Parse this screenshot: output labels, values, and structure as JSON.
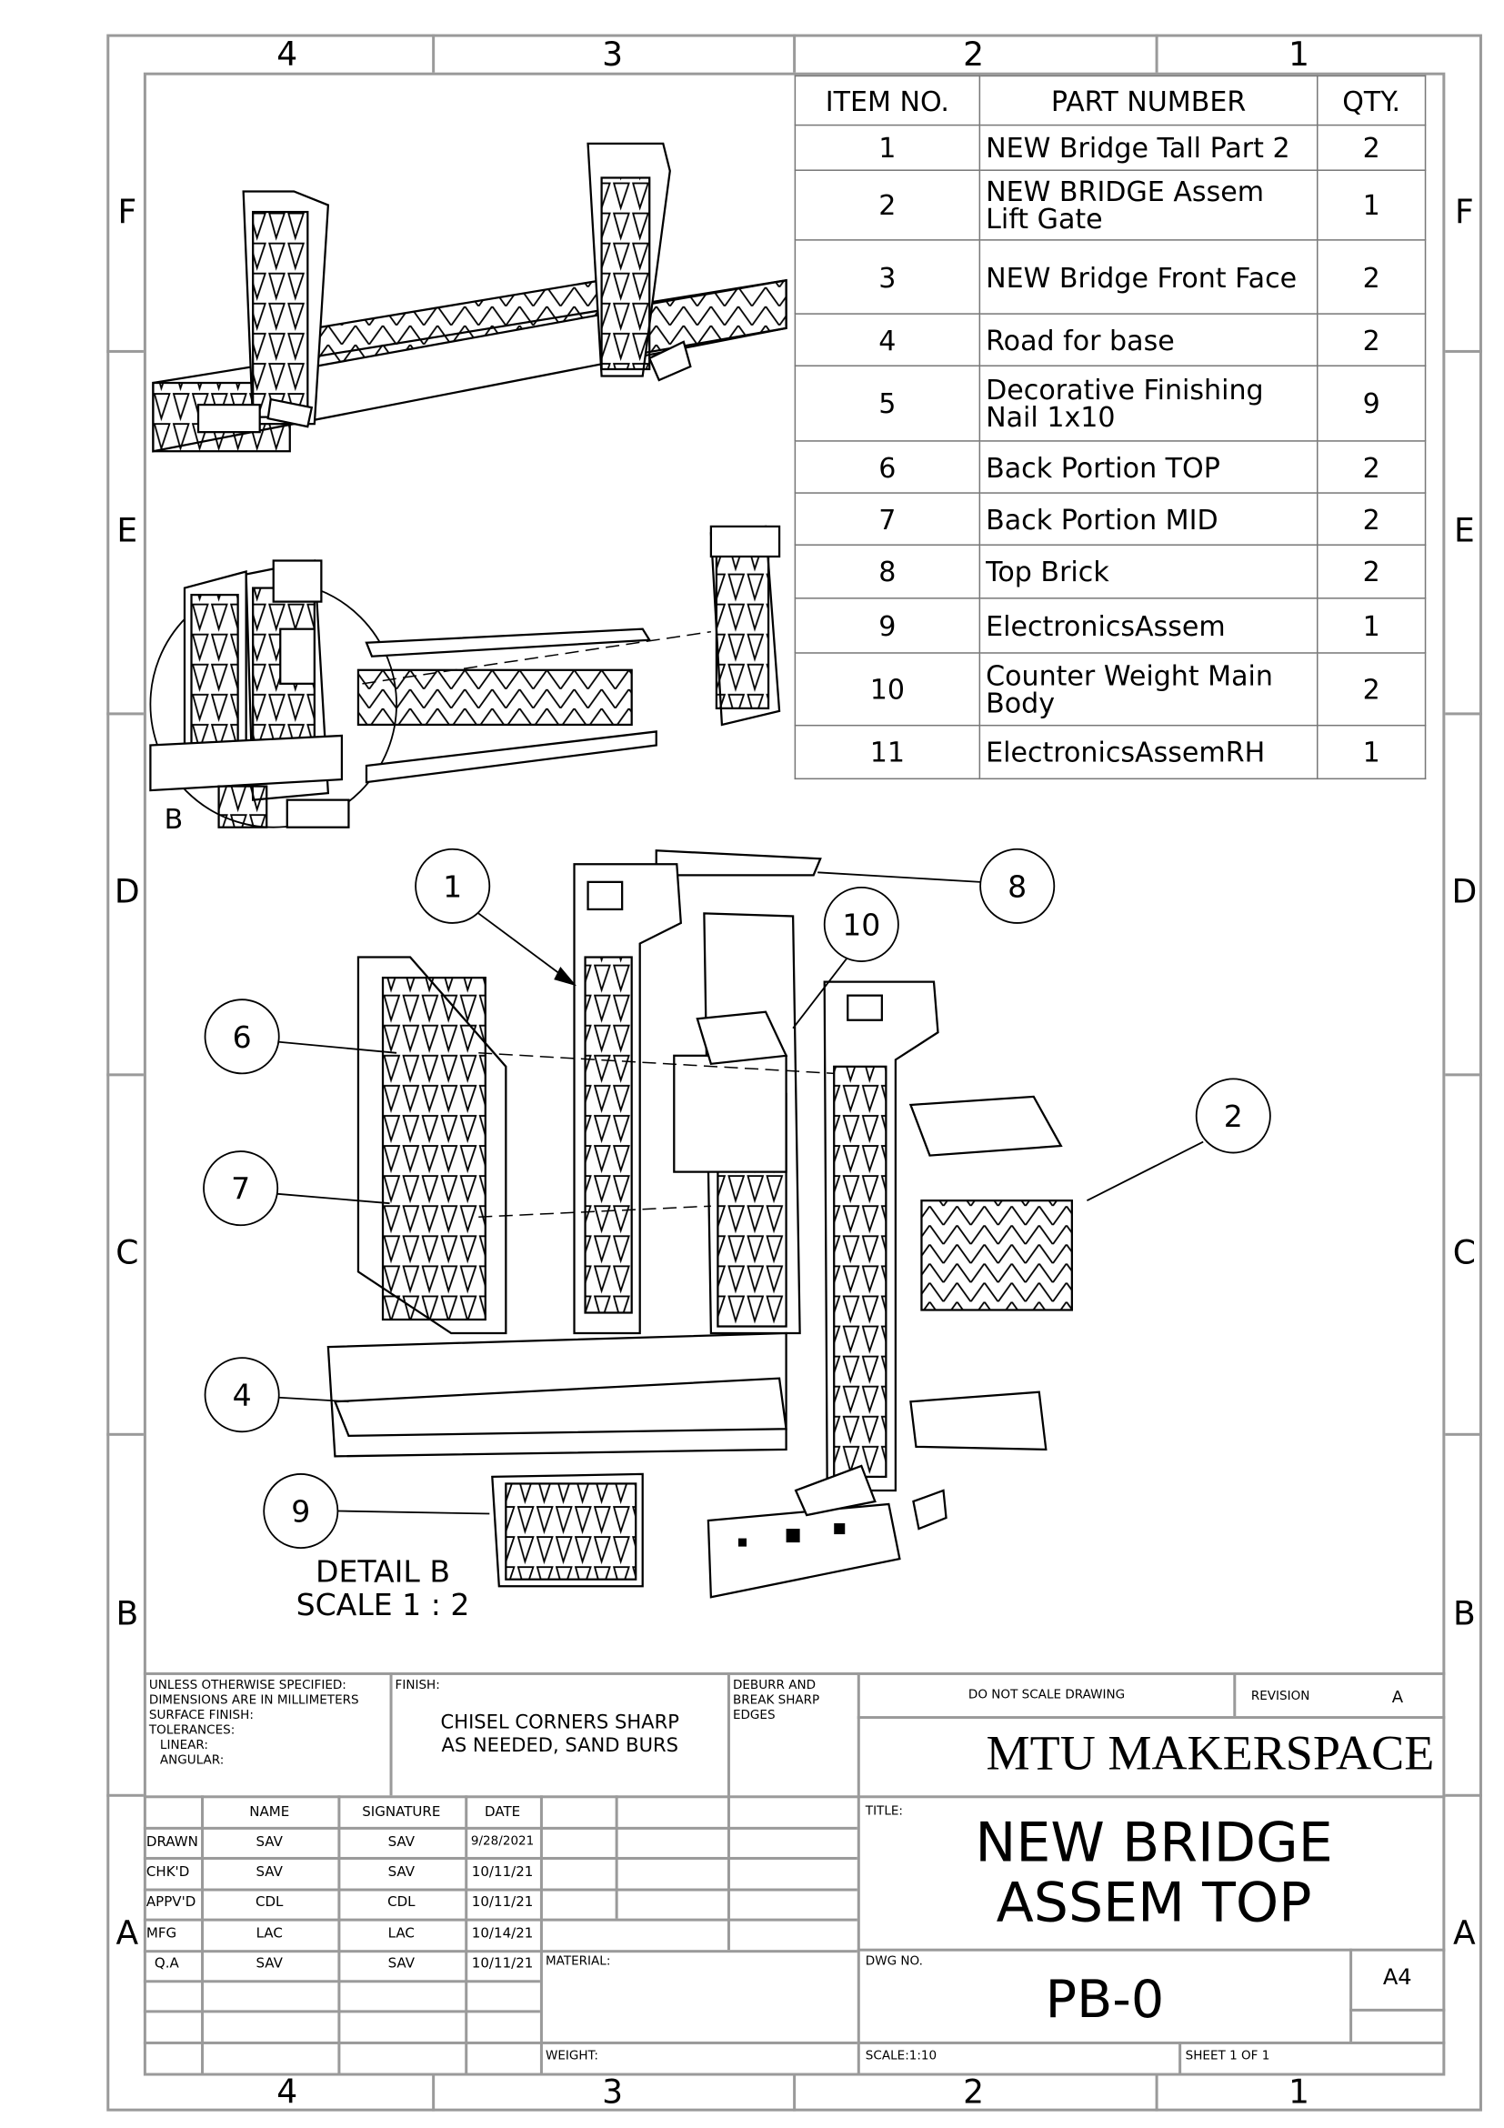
{
  "zones": {
    "columns": [
      "4",
      "3",
      "2",
      "1"
    ],
    "rows": [
      "F",
      "E",
      "D",
      "C",
      "B",
      "A"
    ]
  },
  "bom": {
    "headers": [
      "ITEM NO.",
      "PART NUMBER",
      "QTY."
    ],
    "rows": [
      {
        "item": "1",
        "part": "NEW Bridge Tall Part 2",
        "qty": "2"
      },
      {
        "item": "2",
        "part": "NEW BRIDGE Assem Lift Gate",
        "qty": "1"
      },
      {
        "item": "3",
        "part": "NEW Bridge Front Face",
        "qty": "2"
      },
      {
        "item": "4",
        "part": "Road for base",
        "qty": "2"
      },
      {
        "item": "5",
        "part": "Decorative Finishing Nail 1x10",
        "qty": "9"
      },
      {
        "item": "6",
        "part": "Back Portion TOP",
        "qty": "2"
      },
      {
        "item": "7",
        "part": "Back Portion MID",
        "qty": "2"
      },
      {
        "item": "8",
        "part": "Top Brick",
        "qty": "2"
      },
      {
        "item": "9",
        "part": "ElectronicsAssem",
        "qty": "1"
      },
      {
        "item": "10",
        "part": "Counter Weight Main Body",
        "qty": "2"
      },
      {
        "item": "11",
        "part": "ElectronicsAssemRH",
        "qty": "1"
      }
    ]
  },
  "views": {
    "detail_label": "B",
    "detail_title": "DETAIL B",
    "detail_scale": "SCALE 1 : 2",
    "balloons": [
      "1",
      "8",
      "10",
      "6",
      "2",
      "7",
      "4",
      "9"
    ]
  },
  "title_block": {
    "notes": [
      "UNLESS OTHERWISE SPECIFIED:",
      "DIMENSIONS ARE IN MILLIMETERS",
      "SURFACE FINISH:",
      "TOLERANCES:",
      "LINEAR:",
      "ANGULAR:"
    ],
    "finish_label": "FINISH:",
    "finish_line1": "CHISEL CORNERS SHARP",
    "finish_line2": "AS NEEDED, SAND BURS",
    "deburr": [
      "DEBURR AND",
      "BREAK SHARP",
      "EDGES"
    ],
    "do_not_scale": "DO NOT SCALE DRAWING",
    "revision_label": "REVISION",
    "revision": "A",
    "company": "MTU MAKERSPACE",
    "title_label": "TITLE:",
    "title_line1": "NEW BRIDGE",
    "title_line2": "ASSEM TOP",
    "dwg_label": "DWG NO.",
    "dwg_no": "PB-0",
    "size": "A4",
    "scale": "SCALE:1:10",
    "sheet": "SHEET 1 OF 1",
    "material_label": "MATERIAL:",
    "weight_label": "WEIGHT:",
    "sig_headers": [
      "NAME",
      "SIGNATURE",
      "DATE"
    ],
    "sig_rows": [
      {
        "role": "DRAWN",
        "name": "SAV",
        "sig": "SAV",
        "date": "9/28/2021"
      },
      {
        "role": "CHK'D",
        "name": "SAV",
        "sig": "SAV",
        "date": "10/11/21"
      },
      {
        "role": "APPV'D",
        "name": "CDL",
        "sig": "CDL",
        "date": "10/11/21"
      },
      {
        "role": "MFG",
        "name": "LAC",
        "sig": "LAC",
        "date": "10/14/21"
      },
      {
        "role": "Q.A",
        "name": "SAV",
        "sig": "SAV",
        "date": "10/11/21"
      }
    ]
  }
}
